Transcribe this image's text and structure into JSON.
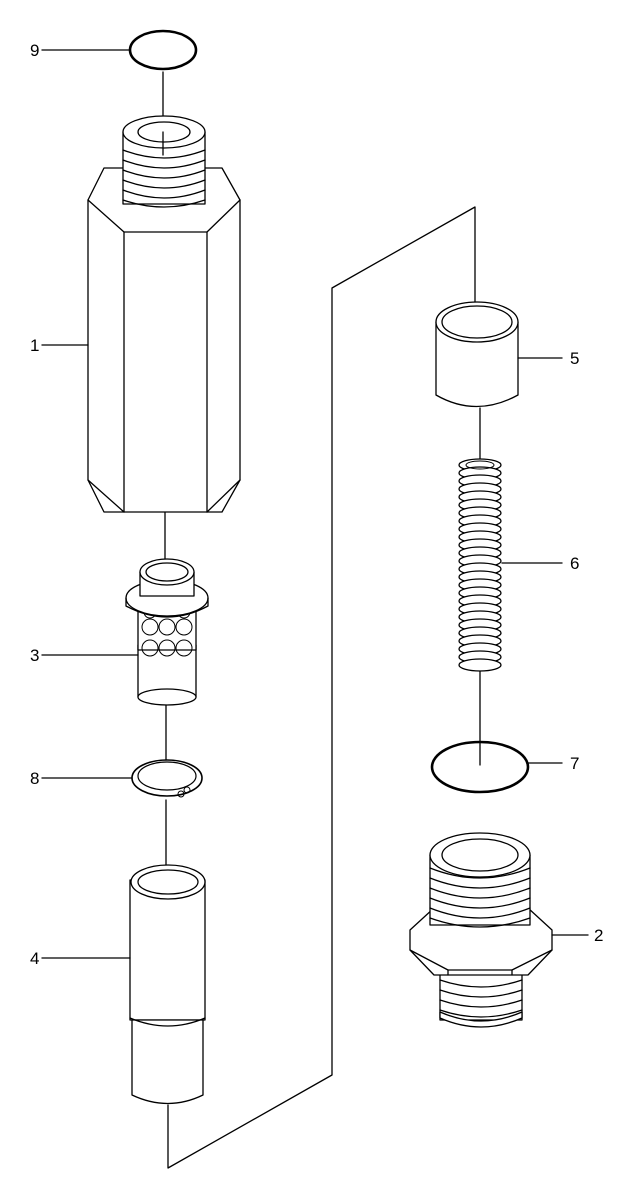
{
  "callouts": [
    {
      "id": "1",
      "text": "1"
    },
    {
      "id": "2",
      "text": "2"
    },
    {
      "id": "3",
      "text": "3"
    },
    {
      "id": "4",
      "text": "4"
    },
    {
      "id": "5",
      "text": "5"
    },
    {
      "id": "6",
      "text": "6"
    },
    {
      "id": "7",
      "text": "7"
    },
    {
      "id": "8",
      "text": "8"
    },
    {
      "id": "9",
      "text": "9"
    }
  ],
  "colors": {
    "line": "#000000",
    "background": "#ffffff"
  }
}
